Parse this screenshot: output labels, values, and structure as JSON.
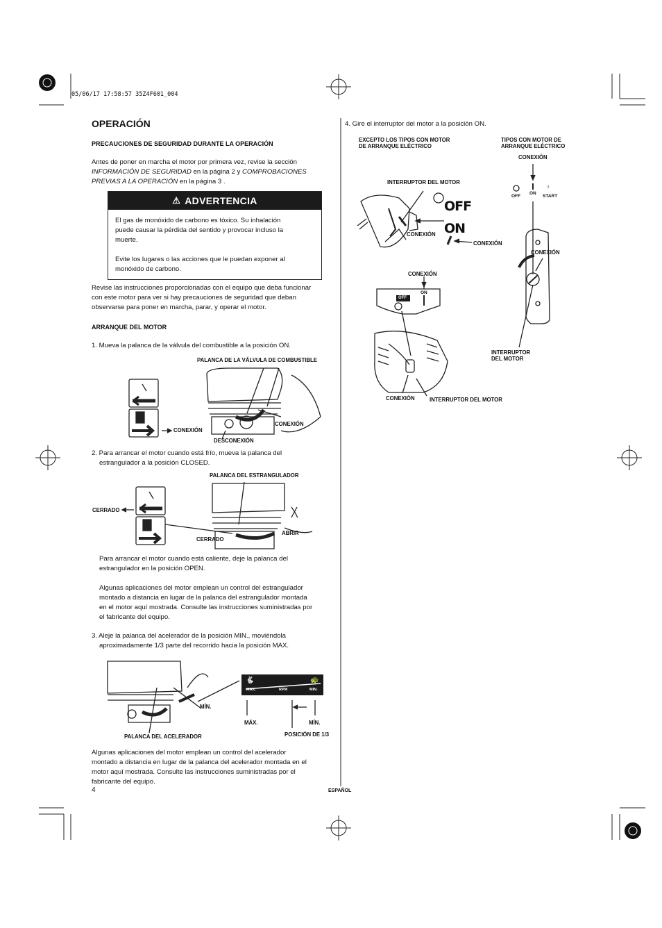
{
  "header": {
    "print_code": "05/06/17 17:58:57 35Z4F601_004"
  },
  "left": {
    "title": "OPERACIÓN",
    "safety_heading": "PRECAUCIONES DE SEGURIDAD DURANTE LA OPERACIÓN",
    "intro": {
      "t1": "Antes de poner en marcha el motor por primera vez, revise la sección",
      "i1": "INFORMACIÓN DE SEGURIDAD",
      "t2": " en la página 2 y ",
      "i2": "COMPROBACIONES",
      "i3": "PREVIAS A LA OPERACIÓN",
      "t3": " en la página 3 ."
    },
    "warning": {
      "title": "ADVERTENCIA",
      "p1": [
        "El gas de monóxido de carbono es tóxico. Su inhalación",
        "puede causar la pérdida del sentido y provocar incluso la",
        "muerte."
      ],
      "p2": [
        "Evite los lugares o las acciones que le puedan exponer al",
        "monóxido de carbono."
      ]
    },
    "review": [
      "Revise las instrucciones proporcionadas con el equipo que deba funcionar",
      "con este motor para ver si hay precauciones de seguridad que deban",
      "observarse para poner en marcha, parar, y operar el motor."
    ],
    "start_heading": "ARRANQUE DEL MOTOR",
    "step1": "1. Mueva la palanca de la válvula del combustible a la posición ON.",
    "fig1": {
      "lever": "PALANCA DE LA VÁLVULA DE COMBUSTIBLE",
      "on_left": "CONEXIÓN",
      "on_right": "CONEXIÓN",
      "off": "DESCONEXIÓN"
    },
    "step2": [
      "2. Para arrancar el motor cuando está frío, mueva la palanca del",
      "estrangulador a la posición CLOSED."
    ],
    "fig2": {
      "lever": "PALANCA DEL ESTRANGULADOR",
      "closed_left": "CERRADO",
      "closed": "CERRADO",
      "open": "ABRIR"
    },
    "warm": [
      "Para arrancar el motor cuando está caliente, deje la palanca del",
      "estrangulador en la posición OPEN."
    ],
    "remote_choke": [
      "Algunas aplicaciones del motor emplean un control del estrangulador",
      "montado a distancia en lugar de la palanca del estrangulador montada",
      "en el motor aquí mostrada. Consulte las instrucciones suministradas por",
      "el fabricante del equipo."
    ],
    "step3": [
      "3. Aleje la palanca del acelerador de la posición MIN., moviéndola",
      "aproximadamente 1/3 parte del recorrido hacia la posición MAX."
    ],
    "fig3": {
      "min": "MÍN.",
      "lever": "PALANCA DEL ACELERADOR",
      "max": "MÁX.",
      "min2": "MÍN.",
      "third": "POSICIÓN DE 1/3",
      "scale_max": "MAX.",
      "scale_rpm": "RPM",
      "scale_min": "MIN."
    },
    "remote_throttle": [
      "Algunas aplicaciones del motor emplean un control del acelerador",
      "montado a distancia en lugar de la palanca del acelerador montada en el",
      "motor aquí mostrada. Consulte las instrucciones suministradas por el",
      "fabricante del equipo."
    ],
    "page_number": "4"
  },
  "right": {
    "step4": "4. Gire el interruptor del motor a la posición ON.",
    "except_heading": [
      "EXCEPTO LOS TIPOS CON MOTOR",
      "DE ARRANQUE ELÉCTRICO"
    ],
    "electric_heading": [
      "TIPOS CON MOTOR DE",
      "ARRANQUE ELÉCTRICO"
    ],
    "conexion_top": "CONEXIÓN",
    "switch_label": "INTERRUPTOR DEL MOTOR",
    "off_big": "OFF",
    "on_big": "ON",
    "conexion_a": "CONEXIÓN",
    "conexion_b": "CONEXIÓN",
    "panel": {
      "off": "OFF",
      "on": "ON",
      "start": "START"
    },
    "conexion_c": "CONEXIÓN",
    "conexion_d": "CONEXIÓN",
    "plate": {
      "off": "OFF",
      "on": "ON"
    },
    "switch_label2": [
      "INTERRUPTOR",
      "DEL MOTOR"
    ],
    "conexion_e": "CONEXIÓN",
    "switch_label3": "INTERRUPTOR DEL MOTOR",
    "language": "ESPAÑOL"
  }
}
